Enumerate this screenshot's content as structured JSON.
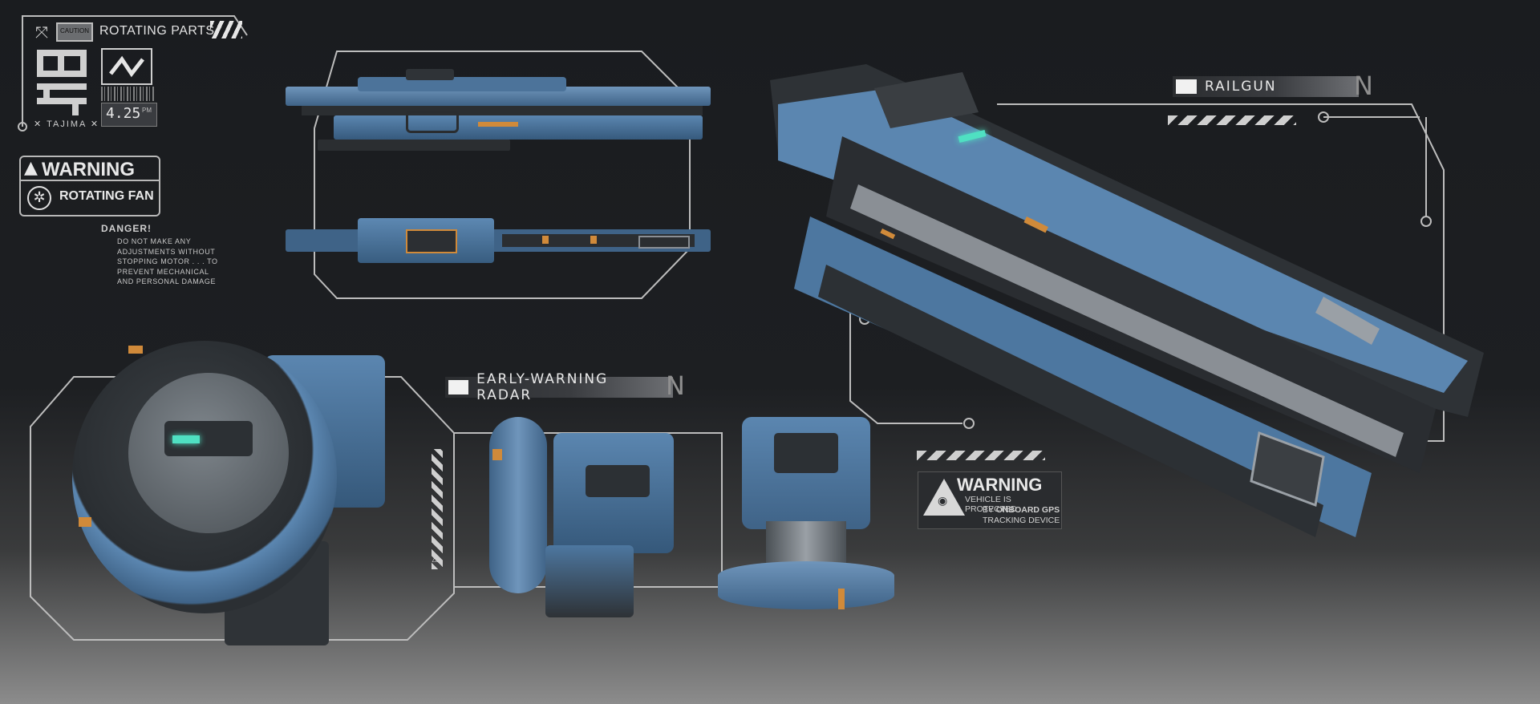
{
  "header": {
    "caution_label": "CAUTION",
    "rotating_parts": "ROTATING PARTS",
    "brand": "TAJIMA",
    "time": "4.25",
    "time_suffix": "PM"
  },
  "warning_panel": {
    "warning_label": "WARNING",
    "rotating_fan": "ROTATING FAN",
    "danger": "DANGER!",
    "danger_text": [
      "DO NOT MAKE ANY",
      "ADJUSTMENTS WITHOUT",
      "STOPPING MOTOR . . . TO",
      "PREVENT MECHANICAL",
      "AND PERSONAL DAMAGE"
    ]
  },
  "labels": {
    "railgun": "RAILGUN",
    "radar": "EARLY-WARNING RADAR",
    "n_mark": "N"
  },
  "gps_warning": {
    "title": "WARNING",
    "line1": "VEHICLE IS PROTECTED",
    "line2_prefix": "BY ",
    "line2_bold": "ONBOARD GPS",
    "line3": "TRACKING DEVICE"
  },
  "colors": {
    "armor_blue": "#5b86b0",
    "armor_dark": "#2e3236",
    "accent_orange": "#d08a3a",
    "glow_teal": "#4fe0c2",
    "frame_line": "#bdbdbd"
  }
}
